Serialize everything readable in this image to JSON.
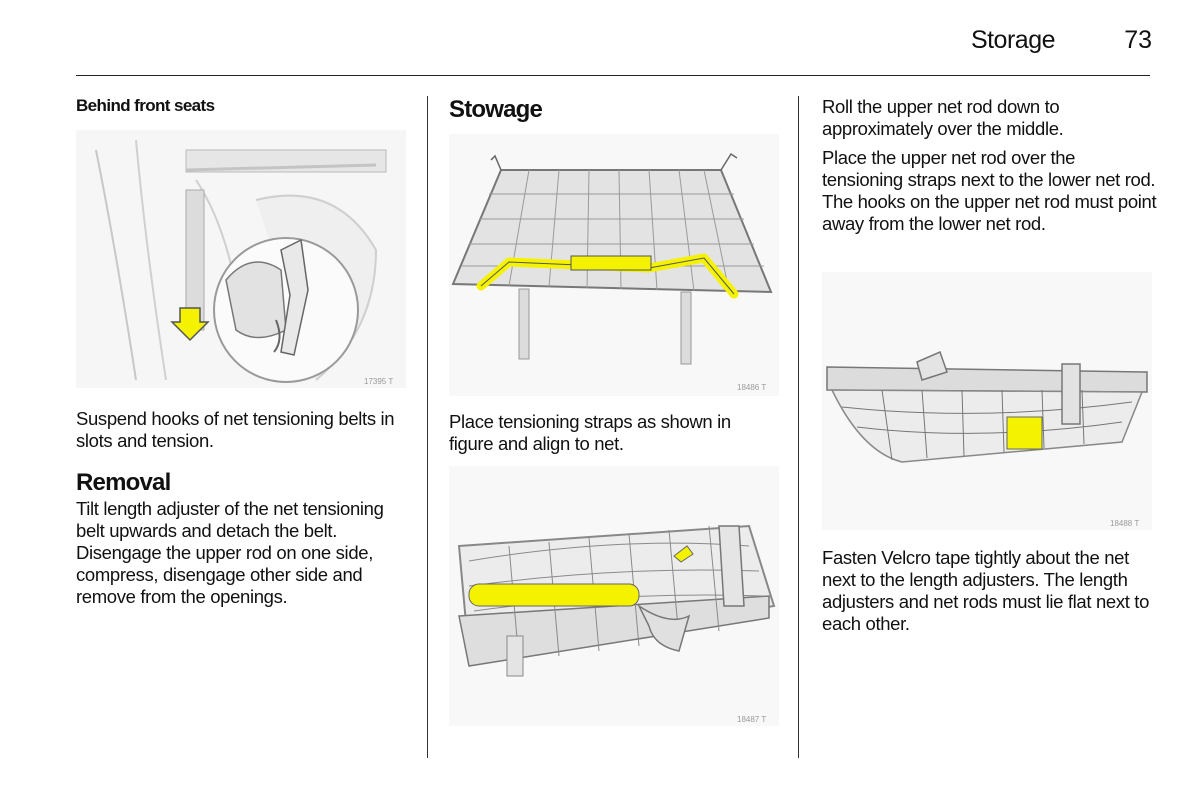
{
  "header": {
    "title": "Storage",
    "page_number": "73"
  },
  "column1": {
    "subheading": "Behind front seats",
    "figure_number": "17395 T",
    "caption": "Suspend hooks of net tensioning belts in slots and tension.",
    "removal_title": "Removal",
    "removal_text": "Tilt length adjuster of the net tensioning belt upwards and detach the belt. Disengage the upper rod on one side, compress, disengage other side and remove from the openings."
  },
  "column2": {
    "section_title": "Stowage",
    "figure1_number": "18486 T",
    "caption": "Place tensioning straps as shown in figure and align to net.",
    "figure2_number": "18487 T"
  },
  "column3": {
    "para1": "Roll the upper net rod down to approximately over the middle.",
    "para2": "Place the upper net rod over the tensioning straps next to the lower net rod. The hooks on the upper net rod must point away from the lower net rod.",
    "figure_number": "18488 T",
    "para3": "Fasten Velcro tape tightly about the net next to the length adjusters. The length adjusters and net rods must lie flat next to each other."
  },
  "colors": {
    "highlight_yellow": "#f5f200",
    "line_gray": "#8c8c8c"
  }
}
